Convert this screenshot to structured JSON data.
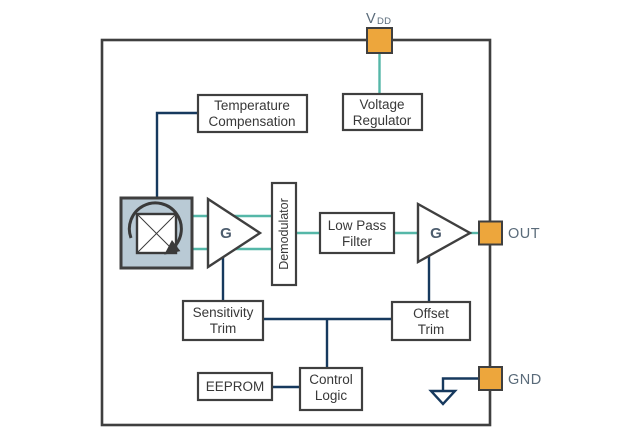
{
  "pins": {
    "vdd": {
      "label_main": "V",
      "label_sub": "DD"
    },
    "out": {
      "label": "OUT"
    },
    "gnd": {
      "label": "GND"
    }
  },
  "blocks": {
    "temp_comp": {
      "lines": [
        "Temperature",
        "Compensation"
      ]
    },
    "voltage_regulator": {
      "lines": [
        "Voltage",
        "Regulator"
      ]
    },
    "demodulator": {
      "label": "Demodulator"
    },
    "low_pass_filter": {
      "lines": [
        "Low Pass",
        "Filter"
      ]
    },
    "amp1": {
      "label": "G"
    },
    "amp2": {
      "label": "G"
    },
    "sensitivity_trim": {
      "lines": [
        "Sensitivity",
        "Trim"
      ]
    },
    "offset_trim": {
      "lines": [
        "Offset",
        "Trim"
      ]
    },
    "eeprom": {
      "label": "EEPROM"
    },
    "control_logic": {
      "lines": [
        "Control",
        "Logic"
      ]
    }
  },
  "colors": {
    "pin_fill": "#edа63c",
    "pin_fill_hex": "#eda63c",
    "signal_wire": "#55b7a8",
    "control_wire": "#16395e",
    "outline": "#3f3f3f",
    "hall_fill": "#b9cad5",
    "hall_glyph": "#3a3a3a",
    "block_text": "#383838",
    "amp_text": "#4d5d6e",
    "pin_label_text": "#5a6b7a"
  }
}
